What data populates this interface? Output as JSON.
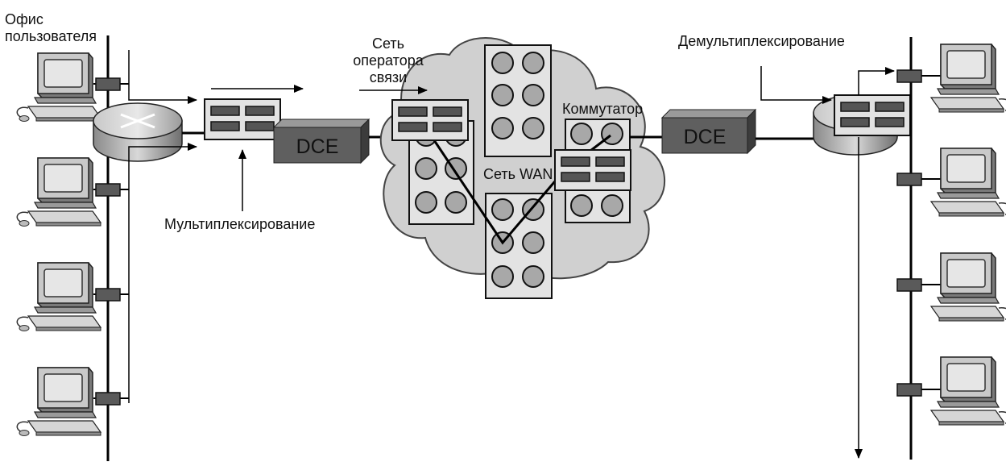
{
  "labels": {
    "user_office": [
      "Офис",
      "пользователя"
    ],
    "operator_network": [
      "Сеть",
      "оператора",
      "связи"
    ],
    "multiplexing": "Мультиплексирование",
    "demultiplexing": "Демультиплексирование",
    "switch": "Коммутатор",
    "wan_network": "Сеть WAN",
    "dce_left": "DCE",
    "dce_right": "DCE"
  },
  "colors": {
    "line": "#000000",
    "device_fill": "#dcdcdc",
    "port_fill": "#555555",
    "dce_fill": "#5f5f5f",
    "cloud_fill": "#d2d2d2",
    "panel_fill": "#e3e3e3",
    "node_fill": "#a8a8a8"
  },
  "diagram": {
    "left_workstations": 4,
    "right_workstations": 4
  }
}
